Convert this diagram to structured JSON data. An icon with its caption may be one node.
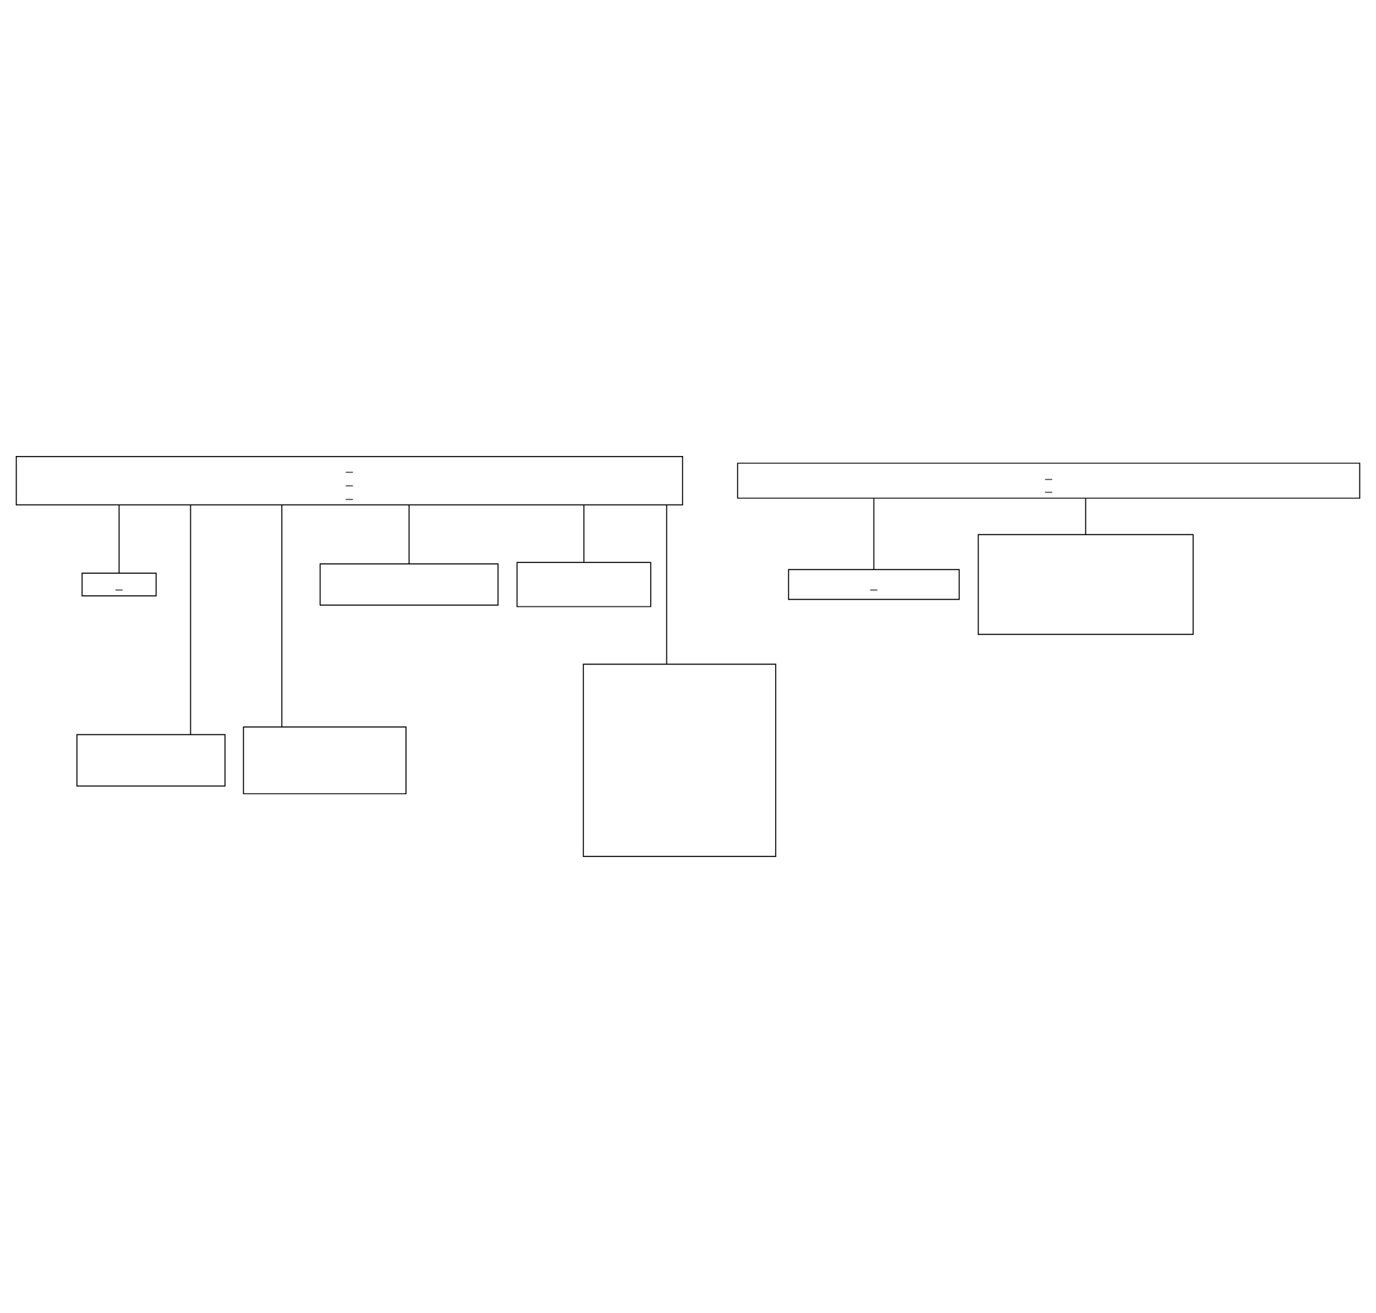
{
  "diagram": {
    "nodes": [
      {
        "text": [
          "_",
          "_",
          "_"
        ]
      },
      {
        "text": [
          "_"
        ]
      },
      {
        "text": [],
        "shape": "box"
      },
      {
        "text": [],
        "shape": "box"
      },
      {
        "text": [],
        "shape": "box"
      },
      {
        "text": [],
        "shape": "box"
      },
      {
        "text": [],
        "shape": "box"
      },
      {
        "text": [
          "_",
          "_"
        ]
      },
      {
        "text": [
          "_"
        ]
      },
      {
        "text": [],
        "shape": "box"
      }
    ],
    "edges": [
      {
        "from": 0,
        "to": 1,
        "arrow": "none"
      },
      {
        "from": 0,
        "to": 4,
        "arrow": "none"
      },
      {
        "from": 0,
        "to": 5,
        "arrow": "none"
      },
      {
        "from": 0,
        "to": 2,
        "arrow": "none"
      },
      {
        "from": 0,
        "to": 3,
        "arrow": "none"
      },
      {
        "from": 0,
        "to": 6,
        "arrow": "none"
      },
      {
        "from": 7,
        "to": 8,
        "arrow": "none"
      },
      {
        "from": 7,
        "to": 9,
        "arrow": "none"
      }
    ]
  }
}
